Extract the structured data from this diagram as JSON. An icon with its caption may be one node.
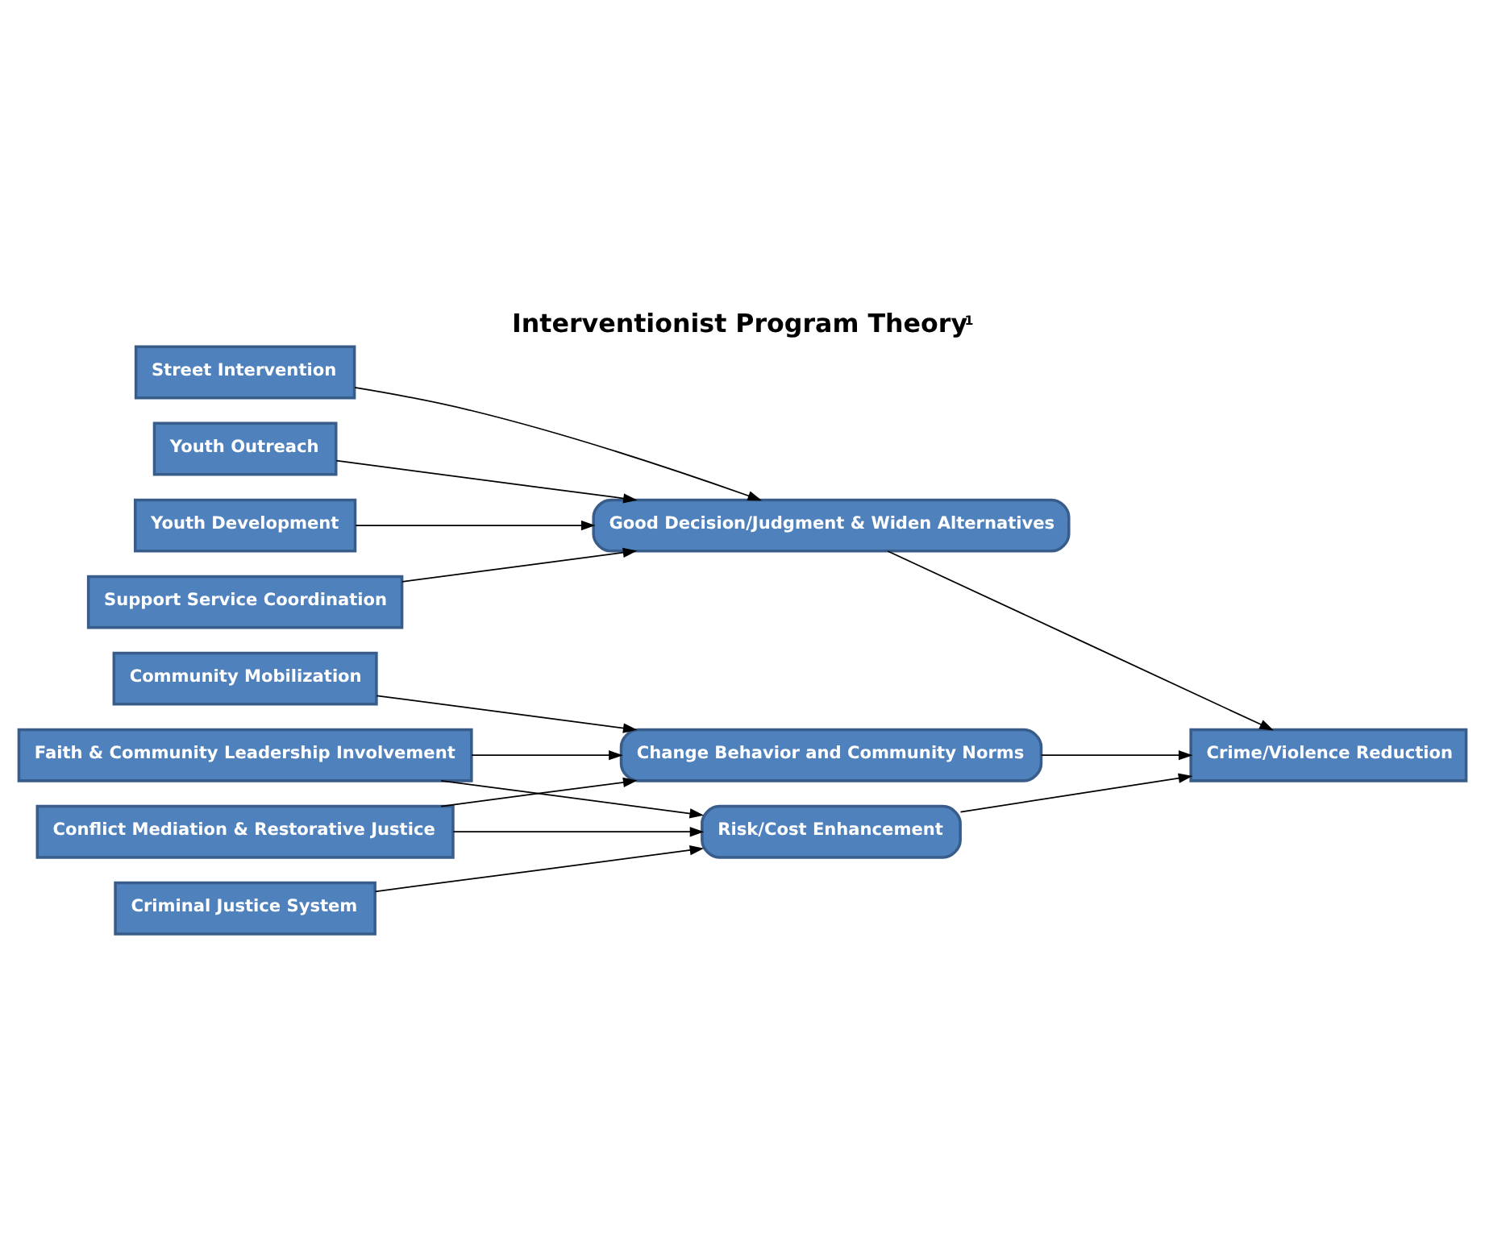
{
  "diagram": {
    "title": "Interventionist Program Theory$^{1}$",
    "nodes": [
      {
        "text": [
          "Street Intervention"
        ]
      },
      {
        "text": [
          "Youth Outreach"
        ]
      },
      {
        "text": [
          "Youth Development"
        ]
      },
      {
        "text": [
          "Support Service Coordination"
        ]
      },
      {
        "text": [
          "Community Mobilization"
        ]
      },
      {
        "text": [
          "Faith & Community Leadership Involvement"
        ]
      },
      {
        "text": [
          "Conflict Mediation & Restorative Justice"
        ]
      },
      {
        "text": [
          "Criminal Justice System"
        ]
      },
      {
        "text": [
          "Good Decision/Judgment & Widen Alternatives"
        ]
      },
      {
        "text": [
          "Change Behavior and Community Norms"
        ]
      },
      {
        "text": [
          "Risk/Cost Enhancement"
        ]
      },
      {
        "text": [
          "Crime/Violence Reduction"
        ]
      }
    ],
    "edges": [
      {
        "from": 0,
        "to": 8,
        "arrow": "to"
      },
      {
        "from": 1,
        "to": 8,
        "arrow": "to"
      },
      {
        "from": 2,
        "to": 8,
        "arrow": "to"
      },
      {
        "from": 3,
        "to": 8,
        "arrow": "to"
      },
      {
        "from": 4,
        "to": 9,
        "arrow": "to"
      },
      {
        "from": 5,
        "to": 9,
        "arrow": "to"
      },
      {
        "from": 5,
        "to": 10,
        "arrow": "to"
      },
      {
        "from": 6,
        "to": 9,
        "arrow": "to"
      },
      {
        "from": 6,
        "to": 10,
        "arrow": "to"
      },
      {
        "from": 7,
        "to": 10,
        "arrow": "to"
      },
      {
        "from": 8,
        "to": 11,
        "arrow": "to"
      },
      {
        "from": 9,
        "to": 11,
        "arrow": "to"
      },
      {
        "from": 10,
        "to": 11,
        "arrow": "to"
      }
    ]
  }
}
